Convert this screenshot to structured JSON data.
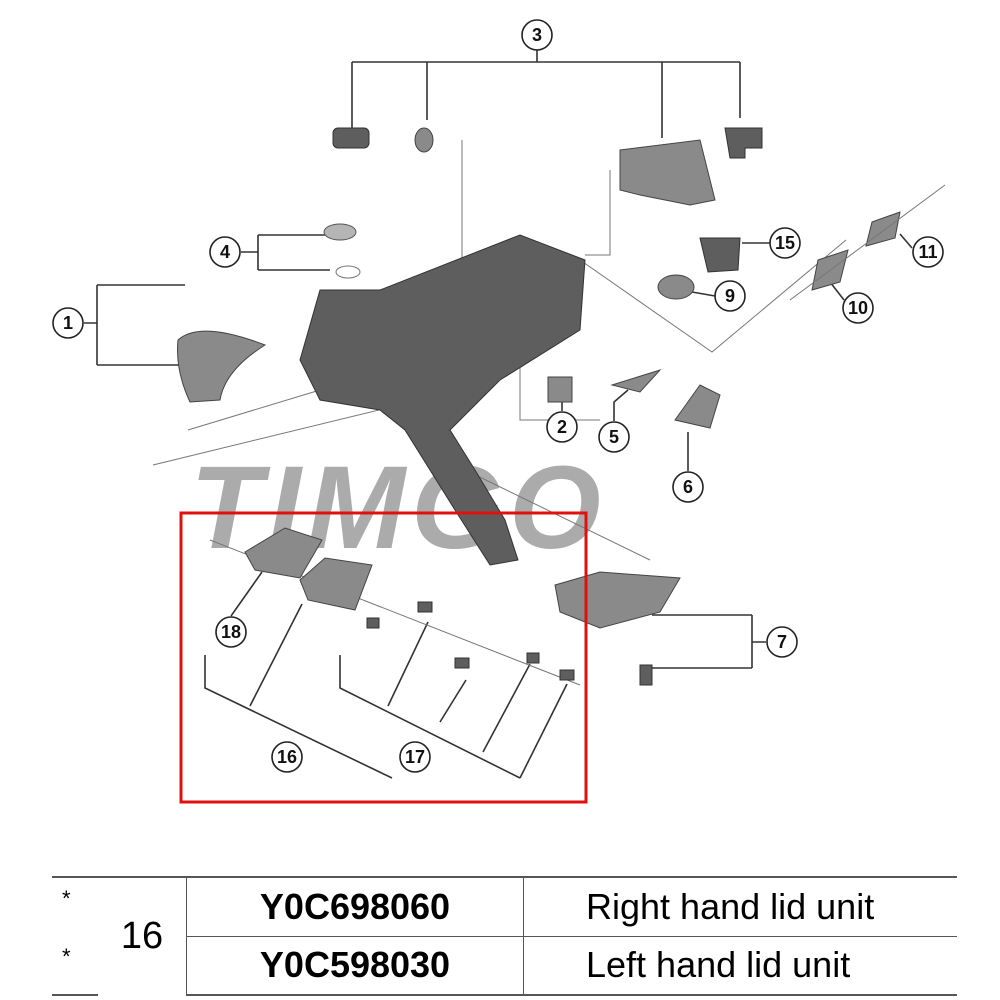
{
  "watermark": "TIMGO",
  "callouts": {
    "c1": "1",
    "c2": "2",
    "c3": "3",
    "c4": "4",
    "c5": "5",
    "c6": "6",
    "c7": "7",
    "c9": "9",
    "c10": "10",
    "c11": "11",
    "c15": "15",
    "c16": "16",
    "c17": "17",
    "c18": "18"
  },
  "highlight_color": "#e01010",
  "table": {
    "rows": [
      {
        "mark": "*",
        "code": "Y0C698060",
        "description": "Right hand lid unit"
      },
      {
        "mark": "*",
        "code": "Y0C598030",
        "description": "Left hand lid unit"
      }
    ],
    "ref_number": "16"
  }
}
